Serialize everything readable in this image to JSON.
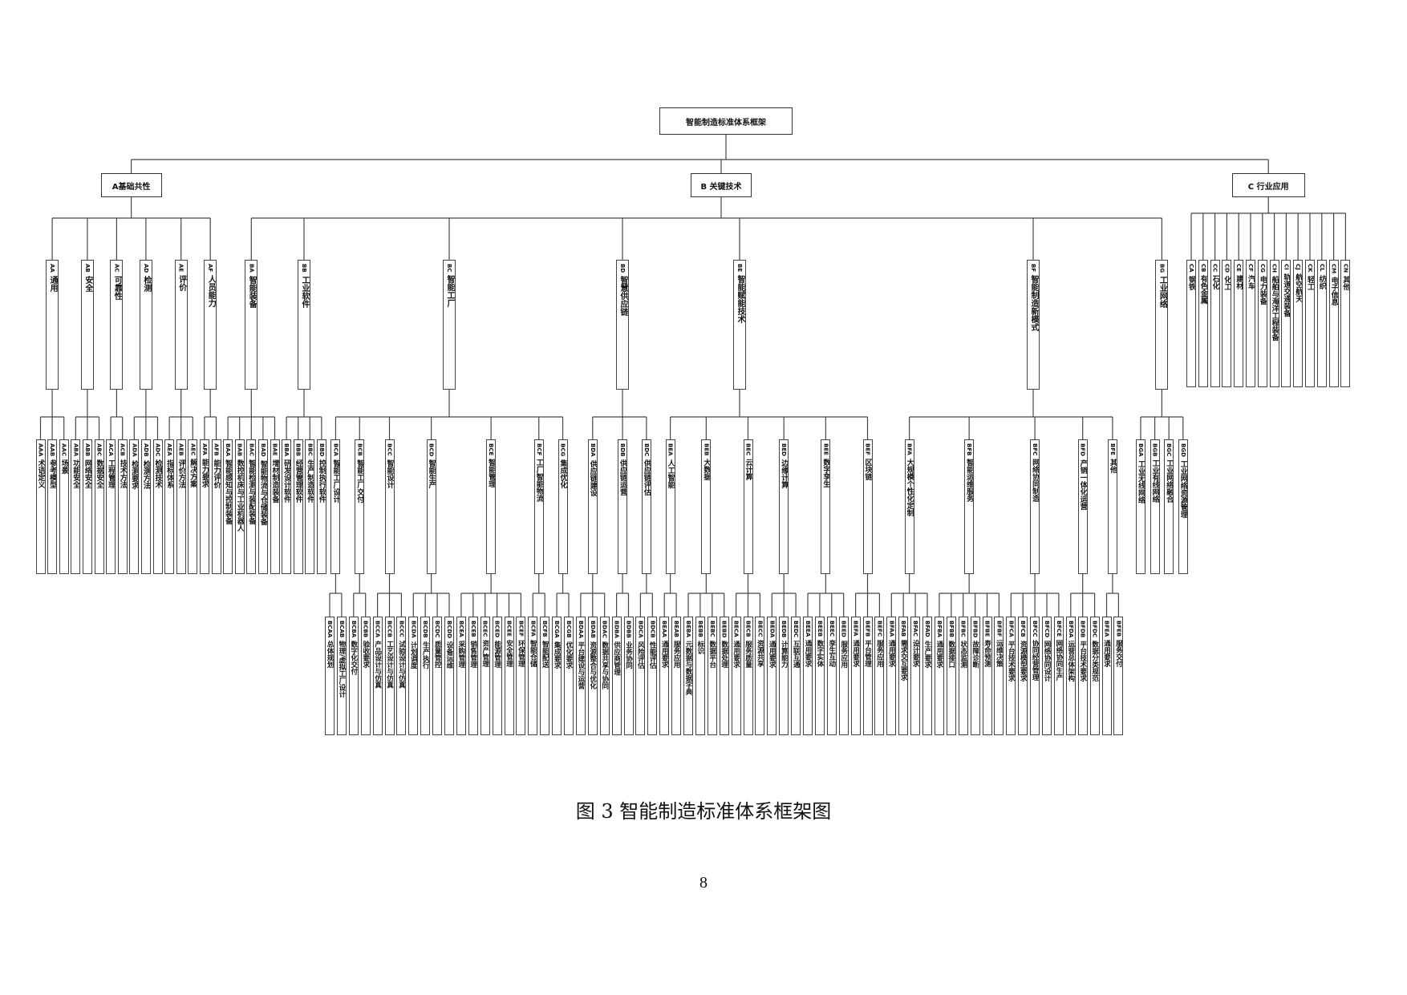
{
  "framework": {
    "title": "智能制造标准体系框架",
    "sections": [
      {
        "label": "A基础共性",
        "children": [
          {
            "code": "AA",
            "name": "通用",
            "children": [
              {
                "code": "AAA",
                "name": "术语定义"
              },
              {
                "code": "AAB",
                "name": "参考模型"
              },
              {
                "code": "AAC",
                "name": "场景"
              }
            ]
          },
          {
            "code": "AB",
            "name": "安全",
            "children": [
              {
                "code": "ABA",
                "name": "功能安全"
              },
              {
                "code": "ABB",
                "name": "网络安全"
              },
              {
                "code": "ABC",
                "name": "数据安全"
              }
            ]
          },
          {
            "code": "AC",
            "name": "可靠性",
            "children": [
              {
                "code": "ACA",
                "name": "工程管理"
              },
              {
                "code": "ACB",
                "name": "技术方法"
              }
            ]
          },
          {
            "code": "AD",
            "name": "检测",
            "children": [
              {
                "code": "ADA",
                "name": "检测要求"
              },
              {
                "code": "ADB",
                "name": "检测方法"
              },
              {
                "code": "ADC",
                "name": "检测技术"
              }
            ]
          },
          {
            "code": "AE",
            "name": "评价",
            "children": [
              {
                "code": "AEA",
                "name": "指标体系"
              },
              {
                "code": "AEB",
                "name": "评价方法"
              },
              {
                "code": "AEC",
                "name": "解决方案"
              }
            ]
          },
          {
            "code": "AF",
            "name": "人员能力",
            "children": [
              {
                "code": "AFA",
                "name": "能力要求"
              },
              {
                "code": "AFB",
                "name": "能力评价"
              }
            ]
          }
        ]
      },
      {
        "label": "B 关键技术",
        "children": [
          {
            "code": "BA",
            "name": "智能装备",
            "children": [
              {
                "code": "BAA",
                "name": "智能感知与控制装备"
              },
              {
                "code": "BAB",
                "name": "数控机床与工业机器人"
              },
              {
                "code": "BAC",
                "name": "智能检测与装配装备"
              },
              {
                "code": "BAD",
                "name": "智能物流与仓储装备"
              },
              {
                "code": "BAE",
                "name": "增材制造装备"
              }
            ]
          },
          {
            "code": "BB",
            "name": "工业软件",
            "children": [
              {
                "code": "BBA",
                "name": "研发设计软件"
              },
              {
                "code": "BBB",
                "name": "经营管理软件"
              },
              {
                "code": "BBC",
                "name": "生产制造软件"
              },
              {
                "code": "BBD",
                "name": "控制执行软件"
              }
            ]
          },
          {
            "code": "BC",
            "name": "智能工厂",
            "children": [
              {
                "code": "BCA",
                "name": "智能工厂设计",
                "children": [
                  {
                    "code": "BCAA",
                    "name": "总体规划"
                  },
                  {
                    "code": "BCAB",
                    "name": "物理/虚拟工厂设计"
                  }
                ]
              },
              {
                "code": "BCB",
                "name": "智能工厂交付",
                "children": [
                  {
                    "code": "BCBA",
                    "name": "数字化交付"
                  },
                  {
                    "code": "BCBB",
                    "name": "验收要求"
                  }
                ]
              },
              {
                "code": "BCC",
                "name": "智能设计",
                "children": [
                  {
                    "code": "BCCA",
                    "name": "产品设计与仿真"
                  },
                  {
                    "code": "BCCB",
                    "name": "工艺设计与仿真"
                  },
                  {
                    "code": "BCCC",
                    "name": "试验设计与仿真"
                  }
                ]
              },
              {
                "code": "BCD",
                "name": "智能生产",
                "children": [
                  {
                    "code": "BCDA",
                    "name": "计划调度"
                  },
                  {
                    "code": "BCDB",
                    "name": "生产执行"
                  },
                  {
                    "code": "BCDC",
                    "name": "质量管控"
                  },
                  {
                    "code": "BCDD",
                    "name": "设备运维"
                  }
                ]
              },
              {
                "code": "BCE",
                "name": "智能管理",
                "children": [
                  {
                    "code": "BCEA",
                    "name": "采购管理"
                  },
                  {
                    "code": "BCEB",
                    "name": "销售管理"
                  },
                  {
                    "code": "BCEC",
                    "name": "资产管理"
                  },
                  {
                    "code": "BCED",
                    "name": "能源管理"
                  },
                  {
                    "code": "BCEE",
                    "name": "安全管理"
                  },
                  {
                    "code": "BCEF",
                    "name": "环保管理"
                  }
                ]
              },
              {
                "code": "BCF",
                "name": "工厂智能物流",
                "children": [
                  {
                    "code": "BCFA",
                    "name": "智能仓储"
                  },
                  {
                    "code": "BCFB",
                    "name": "智能配送"
                  }
                ]
              },
              {
                "code": "BCG",
                "name": "集成优化",
                "children": [
                  {
                    "code": "BCGA",
                    "name": "集成要求"
                  },
                  {
                    "code": "BCGB",
                    "name": "优化要求"
                  }
                ]
              }
            ]
          },
          {
            "code": "BD",
            "name": "智慧供应链",
            "children": [
              {
                "code": "BDA",
                "name": "供应链建设",
                "children": [
                  {
                    "code": "BDAA",
                    "name": "平台建设与运营"
                  },
                  {
                    "code": "BDAB",
                    "name": "资源整合与优化"
                  },
                  {
                    "code": "BDAC",
                    "name": "数据共享与协同"
                  }
                ]
              },
              {
                "code": "BDB",
                "name": "供应链运营",
                "children": [
                  {
                    "code": "BDBA",
                    "name": "供应商管理"
                  },
                  {
                    "code": "BDBB",
                    "name": "业务协同"
                  }
                ]
              },
              {
                "code": "BDC",
                "name": "供应链评估",
                "children": [
                  {
                    "code": "BDCA",
                    "name": "风险评估"
                  },
                  {
                    "code": "BDCB",
                    "name": "性能评估"
                  }
                ]
              }
            ]
          },
          {
            "code": "BE",
            "name": "智能赋能技术",
            "children": [
              {
                "code": "BEA",
                "name": "人工智能",
                "children": [
                  {
                    "code": "BEAA",
                    "name": "通用要求"
                  },
                  {
                    "code": "BEAB",
                    "name": "服务应用"
                  }
                ]
              },
              {
                "code": "BEB",
                "name": "大数据",
                "children": [
                  {
                    "code": "BEBA",
                    "name": "元数据与数据字典"
                  },
                  {
                    "code": "BEBB",
                    "name": "标识"
                  },
                  {
                    "code": "BEBC",
                    "name": "数据平台"
                  },
                  {
                    "code": "BEBD",
                    "name": "数据处理"
                  }
                ]
              },
              {
                "code": "BEC",
                "name": "云计算",
                "children": [
                  {
                    "code": "BECA",
                    "name": "通用要求"
                  },
                  {
                    "code": "BECB",
                    "name": "服务质量"
                  },
                  {
                    "code": "BECC",
                    "name": "资源共享"
                  }
                ]
              },
              {
                "code": "BED",
                "name": "边缘计算",
                "children": [
                  {
                    "code": "BEDA",
                    "name": "通用要求"
                  },
                  {
                    "code": "BEDB",
                    "name": "计算能力"
                  },
                  {
                    "code": "BEDC",
                    "name": "互联互通"
                  }
                ]
              },
              {
                "code": "BEE",
                "name": "数字孪生",
                "children": [
                  {
                    "code": "BEEA",
                    "name": "通用要求"
                  },
                  {
                    "code": "BEEB",
                    "name": "数字实体"
                  },
                  {
                    "code": "BEEC",
                    "name": "孪生互动"
                  },
                  {
                    "code": "BEED",
                    "name": "服务应用"
                  }
                ]
              },
              {
                "code": "BEF",
                "name": "区块链",
                "children": [
                  {
                    "code": "BEFA",
                    "name": "通用要求"
                  },
                  {
                    "code": "BEFB",
                    "name": "平台管理"
                  },
                  {
                    "code": "BEFC",
                    "name": "服务应用"
                  }
                ]
              }
            ]
          },
          {
            "code": "BF",
            "name": "智能制造新模式",
            "children": [
              {
                "code": "BFA",
                "name": "大规模个性化定制",
                "children": [
                  {
                    "code": "BFAA",
                    "name": "通用要求"
                  },
                  {
                    "code": "BFAB",
                    "name": "需求交互要求"
                  },
                  {
                    "code": "BFAC",
                    "name": "设计要求"
                  },
                  {
                    "code": "BFAD",
                    "name": "生产要求"
                  }
                ]
              },
              {
                "code": "BFB",
                "name": "智能运维服务",
                "children": [
                  {
                    "code": "BFBA",
                    "name": "通用要求"
                  },
                  {
                    "code": "BFBB",
                    "name": "数据接口"
                  },
                  {
                    "code": "BFBC",
                    "name": "状态监测"
                  },
                  {
                    "code": "BFBD",
                    "name": "故障诊断"
                  },
                  {
                    "code": "BFBE",
                    "name": "寿命预测"
                  },
                  {
                    "code": "BFBF",
                    "name": "运维决策"
                  }
                ]
              },
              {
                "code": "BFC",
                "name": "网络协同制造",
                "children": [
                  {
                    "code": "BFCA",
                    "name": "平台技术要求"
                  },
                  {
                    "code": "BFCB",
                    "name": "资源模型要求"
                  },
                  {
                    "code": "BFCC",
                    "name": "协同经营管理"
                  },
                  {
                    "code": "BFCD",
                    "name": "网络协同设计"
                  },
                  {
                    "code": "BFCE",
                    "name": "网络协同生产"
                  }
                ]
              },
              {
                "code": "BFD",
                "name": "产销一体化运营",
                "children": [
                  {
                    "code": "BFDA",
                    "name": "运营总体架构"
                  },
                  {
                    "code": "BFDB",
                    "name": "平台技术要求"
                  },
                  {
                    "code": "BFDC",
                    "name": "数据分类规范"
                  }
                ]
              },
              {
                "code": "BFE",
                "name": "其他",
                "children": [
                  {
                    "code": "BFEA",
                    "name": "通用要求"
                  },
                  {
                    "code": "BFEB",
                    "name": "服务交付"
                  }
                ]
              }
            ]
          },
          {
            "code": "BG",
            "name": "工业网络",
            "children": [
              {
                "code": "BGA",
                "name": "工业无线网络"
              },
              {
                "code": "BGB",
                "name": "工业有线网络"
              },
              {
                "code": "BGC",
                "name": "工业网络融合"
              },
              {
                "code": "BGD",
                "name": "工业网络资源管理"
              }
            ]
          }
        ]
      },
      {
        "label": "C 行业应用",
        "children": [
          {
            "code": "CA",
            "name": "钢铁"
          },
          {
            "code": "CB",
            "name": "有色金属"
          },
          {
            "code": "CC",
            "name": "石化"
          },
          {
            "code": "CD",
            "name": "化工"
          },
          {
            "code": "CE",
            "name": "建材"
          },
          {
            "code": "CF",
            "name": "汽车"
          },
          {
            "code": "CG",
            "name": "电力装备"
          },
          {
            "code": "CH",
            "name": "船舶与海洋工程装备"
          },
          {
            "code": "CI",
            "name": "轨道交通装备"
          },
          {
            "code": "CJ",
            "name": "航空航天"
          },
          {
            "code": "CK",
            "name": "轻工"
          },
          {
            "code": "CL",
            "name": "纺织"
          },
          {
            "code": "CM",
            "name": "电子信息"
          },
          {
            "code": "CN",
            "name": "其他"
          }
        ]
      }
    ]
  },
  "caption": "图 3  智能制造标准体系框架图",
  "page_number": "8"
}
